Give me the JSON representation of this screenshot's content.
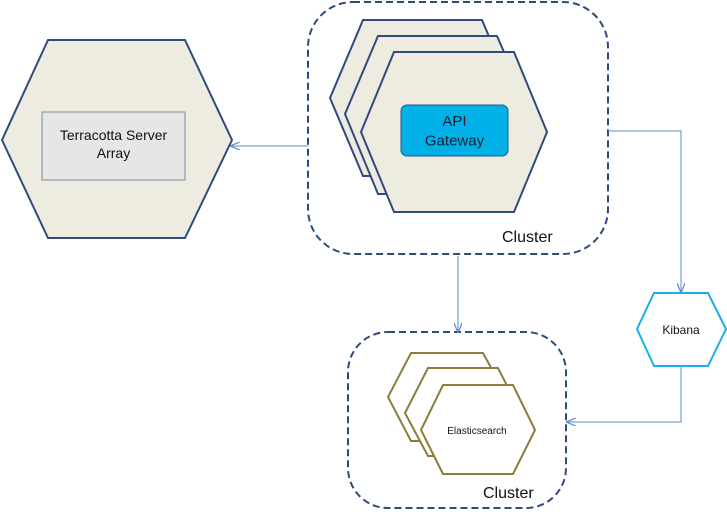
{
  "nodes": {
    "terracotta": "Terracotta Server\nArray",
    "api_gateway": "API\nGateway",
    "kibana": "Kibana",
    "elasticsearch": "Elasticsearch"
  },
  "clusters": {
    "gateway_cluster_label": "Cluster",
    "elastic_cluster_label": "Cluster"
  },
  "colors": {
    "hex_fill": "#eeece1",
    "hex_stroke": "#2f4b7c",
    "api_fill": "#00b0e6",
    "kibana_stroke": "#1ab0e6",
    "elastic_stroke": "#8b7d3a",
    "cluster_stroke": "#2f4b7c",
    "arrow": "#5b8bc4",
    "terracotta_box_fill": "#e6e6e6"
  }
}
